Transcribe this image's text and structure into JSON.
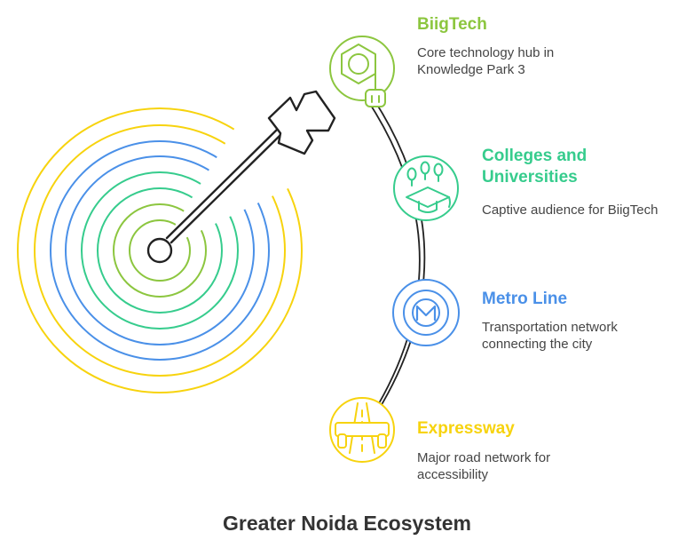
{
  "main_title": "Greater Noida Ecosystem",
  "items": [
    {
      "label": "BiigTech",
      "description": "Core technology hub in Knowledge Park 3",
      "color": "#8CC63F",
      "icon": "tech-hub-robot-icon"
    },
    {
      "label": "Colleges and Universities",
      "description": "Captive audience for BiigTech",
      "color": "#36CC8D",
      "icon": "graduation-cap-icon"
    },
    {
      "label": "Metro Line",
      "description": "Transportation network connecting the city",
      "color": "#4A90E8",
      "icon": "metro-m-icon"
    },
    {
      "label": "Expressway",
      "description": "Major road network for accessibility",
      "color": "#F7D30E",
      "icon": "expressway-road-icon"
    }
  ],
  "target": {
    "rings": [
      "#F7D30E",
      "#F7D30E",
      "#4A90E8",
      "#4A90E8",
      "#36CC8D",
      "#36CC8D",
      "#8CC63F",
      "#8CC63F"
    ],
    "arrow_color": "#222222",
    "connector_color": "#222222"
  }
}
